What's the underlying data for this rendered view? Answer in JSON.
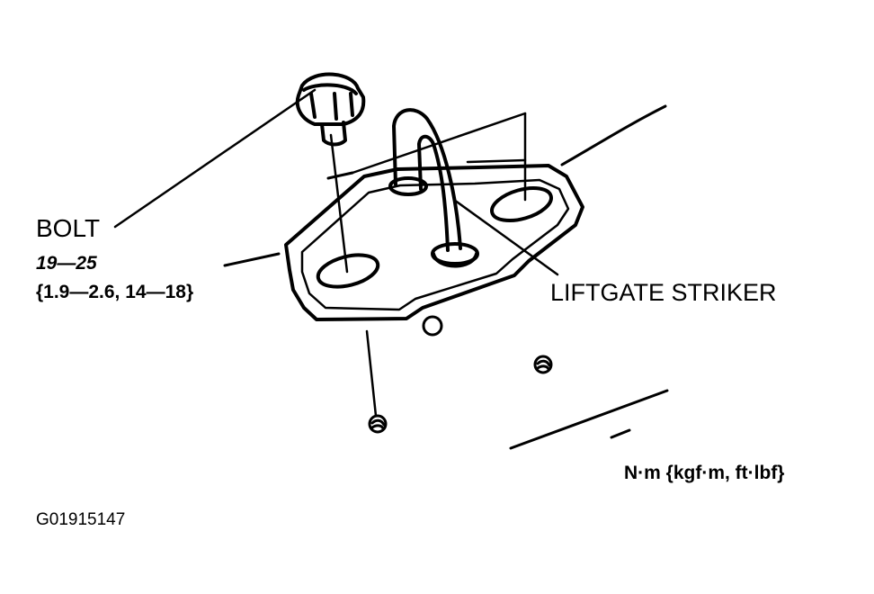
{
  "labels": {
    "bolt_title": "BOLT",
    "bolt_torque_nm": "19—25",
    "bolt_torque_alt": "{1.9—2.6, 14—18}",
    "striker": "LIFTGATE STRIKER",
    "units": "N·m {kgf·m, ft·lbf}",
    "figure_id": "G01915147"
  }
}
